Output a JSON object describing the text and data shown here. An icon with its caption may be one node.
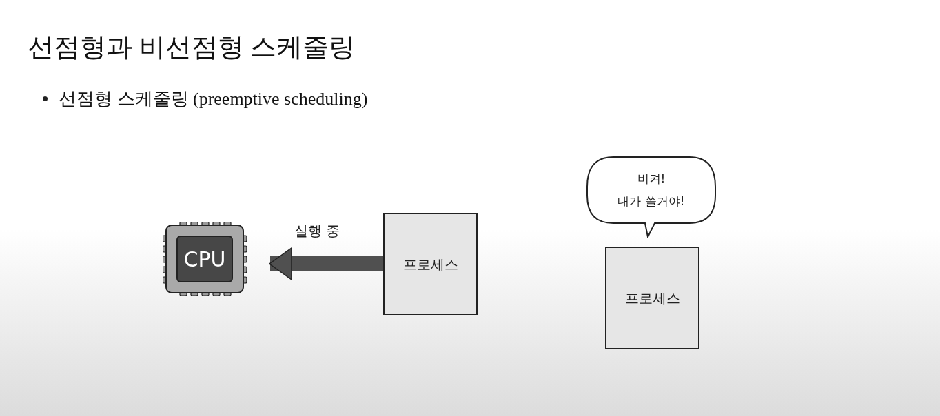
{
  "diagram": {
    "title": "선점형과 비선점형 스케줄링",
    "nodes": [
      {
        "text": [
          "CPU"
        ]
      },
      {
        "text": [
          "프로세스"
        ]
      },
      {
        "text": [
          "비켜!",
          "내가 쓸거야!"
        ]
      },
      {
        "text": [
          "프로세스"
        ]
      }
    ],
    "edges": [
      {
        "from": 1,
        "to": 0,
        "arrow": "to",
        "label": "실행 중"
      }
    ],
    "labels": [
      "선점형 스케줄링 (preemptive scheduling)"
    ]
  }
}
